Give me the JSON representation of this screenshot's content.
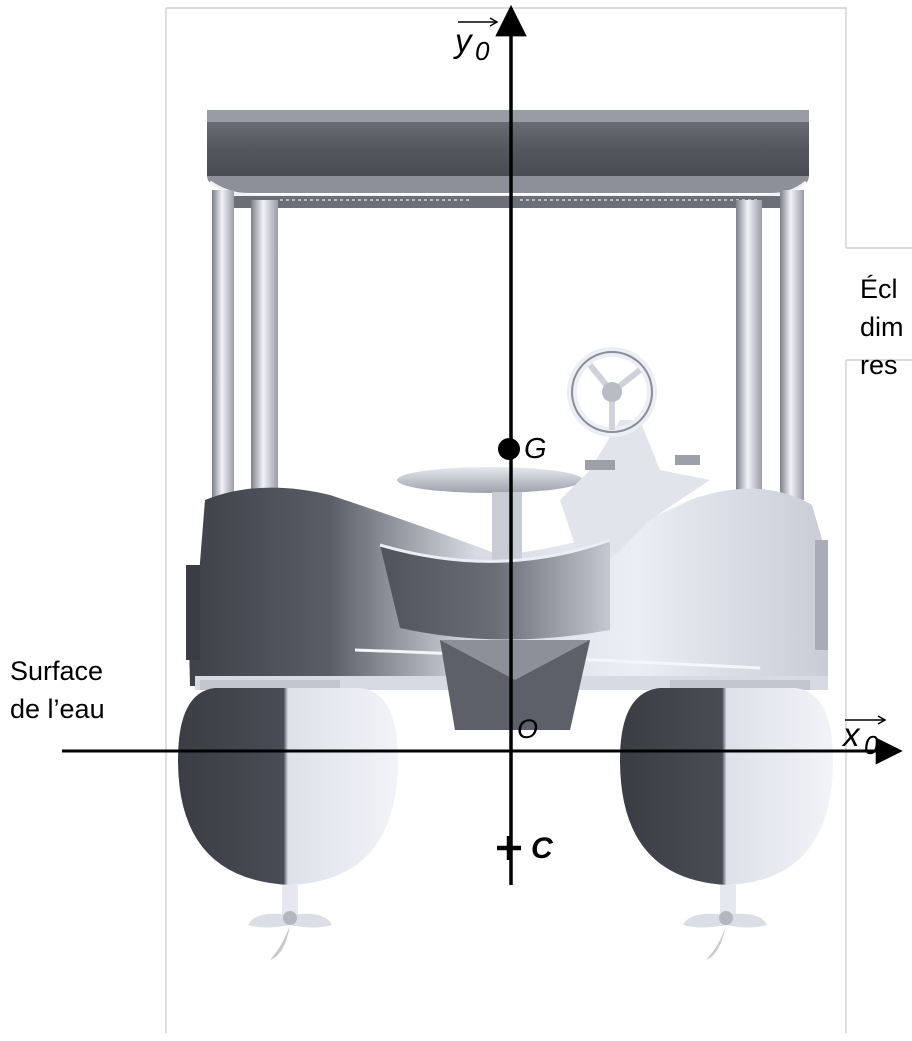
{
  "axes": {
    "y_label": "y",
    "y_subscript": "0",
    "x_label": "x",
    "x_subscript": "0"
  },
  "points": {
    "g_label": "G",
    "o_label": "O",
    "c_label": "C"
  },
  "water_label": {
    "line1": "Surface",
    "line2": "de l’eau"
  },
  "side_note": {
    "line1": "Écl",
    "line2": "dim",
    "line3": "res"
  },
  "colors": {
    "frame": "#c8c8c8",
    "hull_dark": "#4a4c56",
    "hull_light": "#eef0f6",
    "axis": "#000000"
  }
}
